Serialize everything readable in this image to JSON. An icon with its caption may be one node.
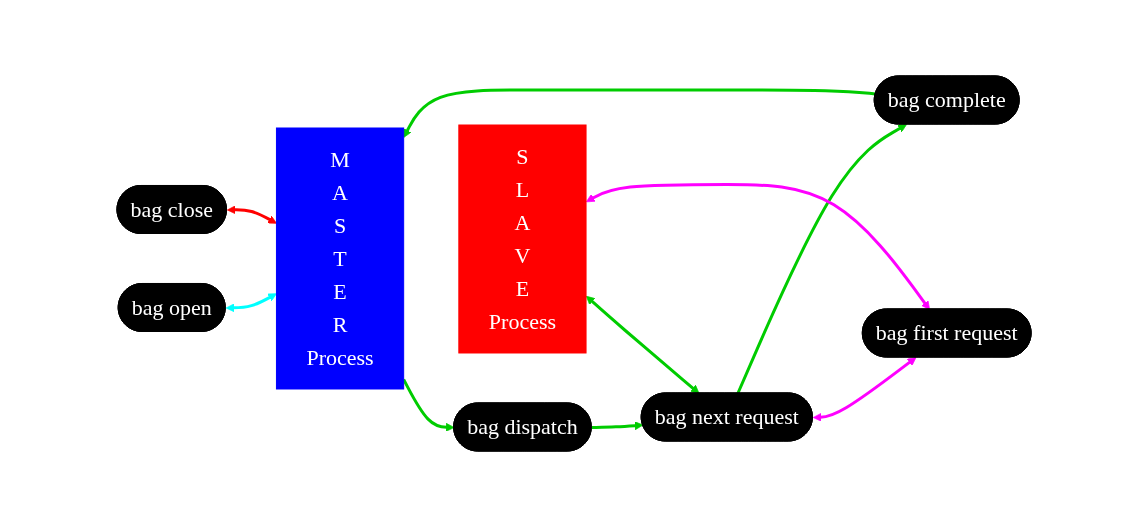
{
  "diagram": {
    "nodes": [
      {
        "text": [
          "bag open"
        ]
      },
      {
        "text": [
          "S L A V E Process"
        ]
      },
      {
        "text": [
          "bag dispatch"
        ]
      },
      {
        "text": [
          "M A S T E R Process"
        ]
      },
      {
        "text": [
          "bag next request"
        ]
      },
      {
        "text": [
          "bag complete"
        ]
      },
      {
        "text": [
          "bag first request"
        ]
      },
      {
        "text": [
          "bag close"
        ]
      }
    ],
    "edges": [
      {
        "from": 0,
        "to": 3,
        "arrow": "both",
        "color": "#00ffff"
      },
      {
        "from": 3,
        "to": 2,
        "arrow": "to"
      },
      {
        "from": 2,
        "to": 4,
        "arrow": "to"
      },
      {
        "from": 1,
        "to": 4,
        "arrow": "both"
      },
      {
        "from": 4,
        "to": 5,
        "arrow": "to"
      },
      {
        "from": 5,
        "to": 3,
        "arrow": "to"
      },
      {
        "from": 4,
        "to": 6,
        "arrow": "both",
        "color": "#ff00ff"
      },
      {
        "from": 1,
        "to": 6,
        "arrow": "both",
        "color": "#ff00ff"
      },
      {
        "from": 7,
        "to": 3,
        "arrow": "both",
        "color": "#ff0000"
      }
    ]
  }
}
